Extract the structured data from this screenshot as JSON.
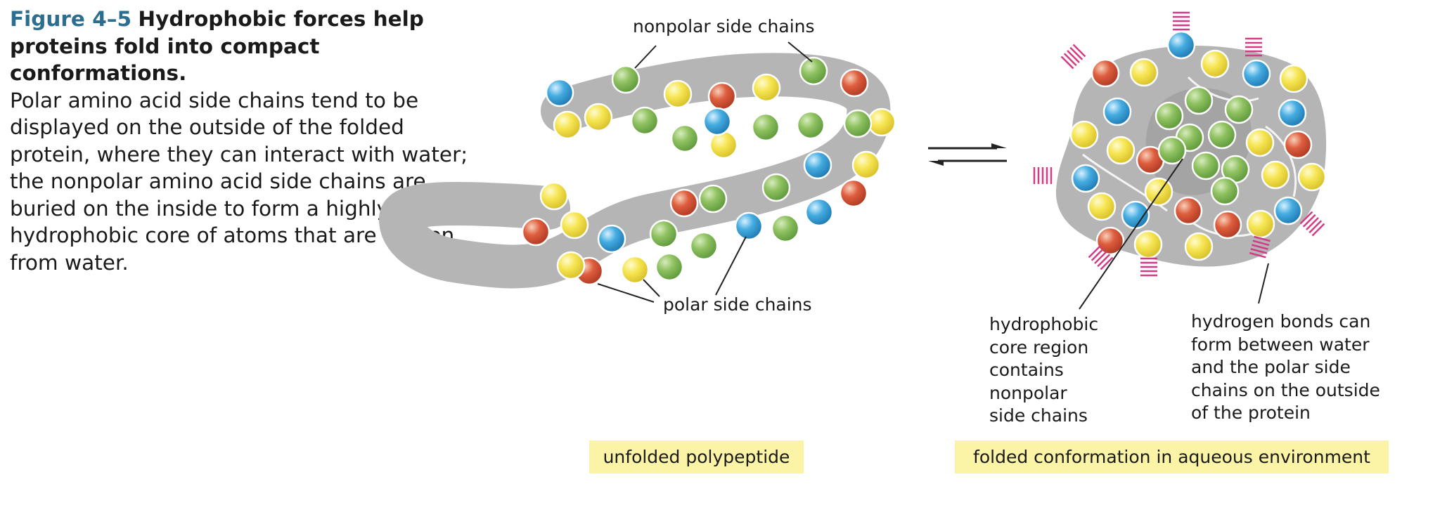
{
  "caption": {
    "figure_number": "Figure 4–5",
    "title": "Hydrophobic forces help proteins fold into compact conformations.",
    "body": "Polar amino acid side chains tend to be displayed on the outside of the folded protein, where they can interact with water; the nonpolar amino acid side chains are buried on the inside to form a highly packed hydrophobic core of atoms that are hidden from water."
  },
  "labels": {
    "nonpolar_side_chains": "nonpolar side chains",
    "polar_side_chains": "polar side chains",
    "hydrophobic_core": "hydrophobic\ncore region\ncontains\nnonpolar\nside chains",
    "hydrogen_bonds": "hydrogen bonds can\nform between water\nand the polar side\nchains on the outside\nof the protein"
  },
  "panels": {
    "unfolded": "unfolded polypeptide",
    "folded": "folded conformation in aqueous environment"
  },
  "colors": {
    "backbone": "#b4b5b4",
    "nonpolar_green": "#7db553",
    "polar_yellow": "#f2e34a",
    "polar_blue": "#3aa4d9",
    "polar_red": "#d8543a",
    "hydrogen_bond": "#d33b86",
    "caption_figure_number": "#2c6e8f",
    "label_background": "#fbf3a6"
  },
  "icons": {
    "equilibrium": "equilibrium-arrows-icon"
  }
}
